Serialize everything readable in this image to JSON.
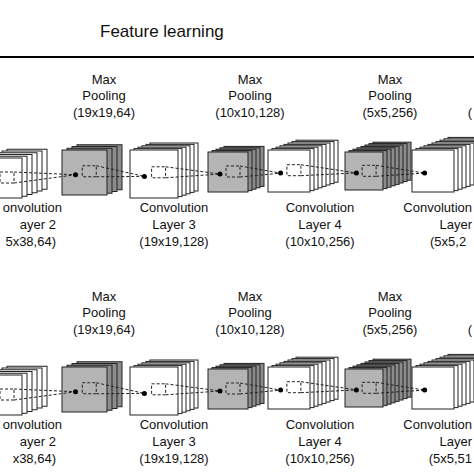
{
  "diagram": {
    "title": "Feature learning",
    "labels": [
      "Max",
      "Pooling",
      "(19x19,64)",
      "Max",
      "Pooling",
      "(10x10,128)",
      "Max",
      "Pooling",
      "(5x5,256)",
      "(",
      "onvolution",
      "ayer 2",
      "5x38,64)",
      "Convolution",
      "Layer 3",
      "(19x19,128)",
      "Convolution",
      "Layer 4",
      "(10x10,256)",
      "Convolution",
      "Layer",
      "(5x5,2",
      "Max",
      "Pooling",
      "(19x19,64)",
      "Max",
      "Pooling",
      "(10x10,128)",
      "Max",
      "Pooling",
      "(5x5,256)",
      "(",
      "onvolution",
      "ayer 2",
      "x38,64)",
      "Convolution",
      "Layer 3",
      "(19x19,128)",
      "Convolution",
      "Layer 4",
      "(10x10,256)",
      "Convolution",
      "Layer",
      "(5x5,51"
    ]
  }
}
